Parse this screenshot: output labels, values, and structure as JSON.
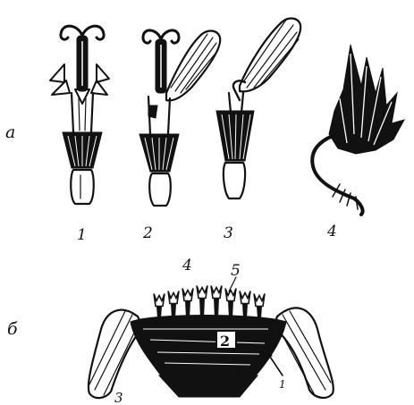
{
  "figure": {
    "panel_a": {
      "letter": "а",
      "labels": [
        "1",
        "2",
        "3",
        "4"
      ]
    },
    "panel_b": {
      "letter": "б",
      "labels": [
        "4",
        "5",
        "2",
        "3",
        "1"
      ]
    }
  },
  "colors": {
    "ink": "#111111",
    "paper": "#ffffff"
  }
}
